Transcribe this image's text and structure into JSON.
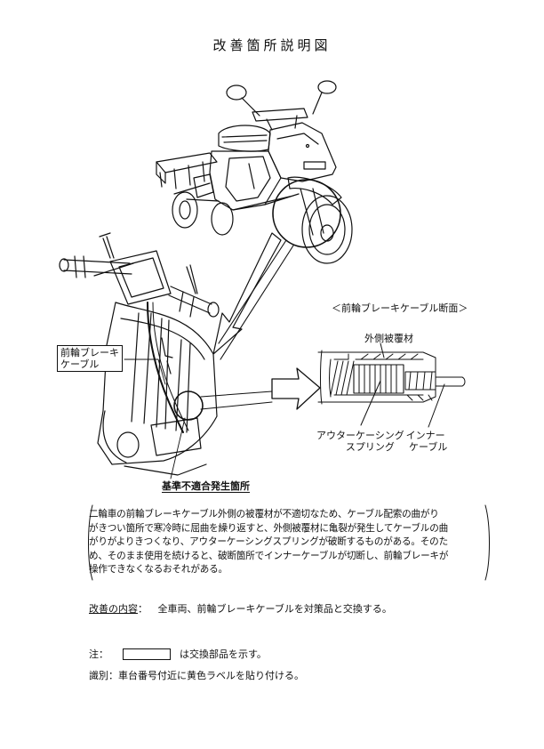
{
  "document": {
    "title": "改善箇所説明図"
  },
  "figure": {
    "section_caption": "＜前輪ブレーキケーブル断面＞",
    "labels": {
      "front_brake_cable": [
        "前輪ブレーキ",
        "ケーブル"
      ],
      "defect_location": "基準不適合発生箇所",
      "outer_coating": "外側被覆材",
      "outer_casing_spring": [
        "アウターケーシング",
        "スプリング"
      ],
      "inner_cable": [
        "インナー",
        "ケーブル"
      ]
    }
  },
  "description": {
    "lines": [
      "二輪車の前輪ブレーキケーブル外側の被覆材が不適切なため、ケーブル配索の曲がり",
      "がきつい箇所で寒冷時に屈曲を繰り返すと、外側被覆材に亀裂が発生してケーブルの曲",
      "がりがよりきつくなり、アウターケーシングスプリングが破断するものがある。そのた",
      "め、そのまま使用を続けると、破断箇所でインナーケーブルが切断し、前輪ブレーキが",
      "操作できなくなるおそれがある。"
    ]
  },
  "remedy": {
    "heading": "改善の内容",
    "separator": "：",
    "text": "全車両、前輪ブレーキケーブルを対策品と交換する。"
  },
  "note": {
    "prefix": "注：",
    "text": "は交換部品を示す。"
  },
  "identification": {
    "text": "識別：車台番号付近に黄色ラベルを貼り付ける。"
  }
}
